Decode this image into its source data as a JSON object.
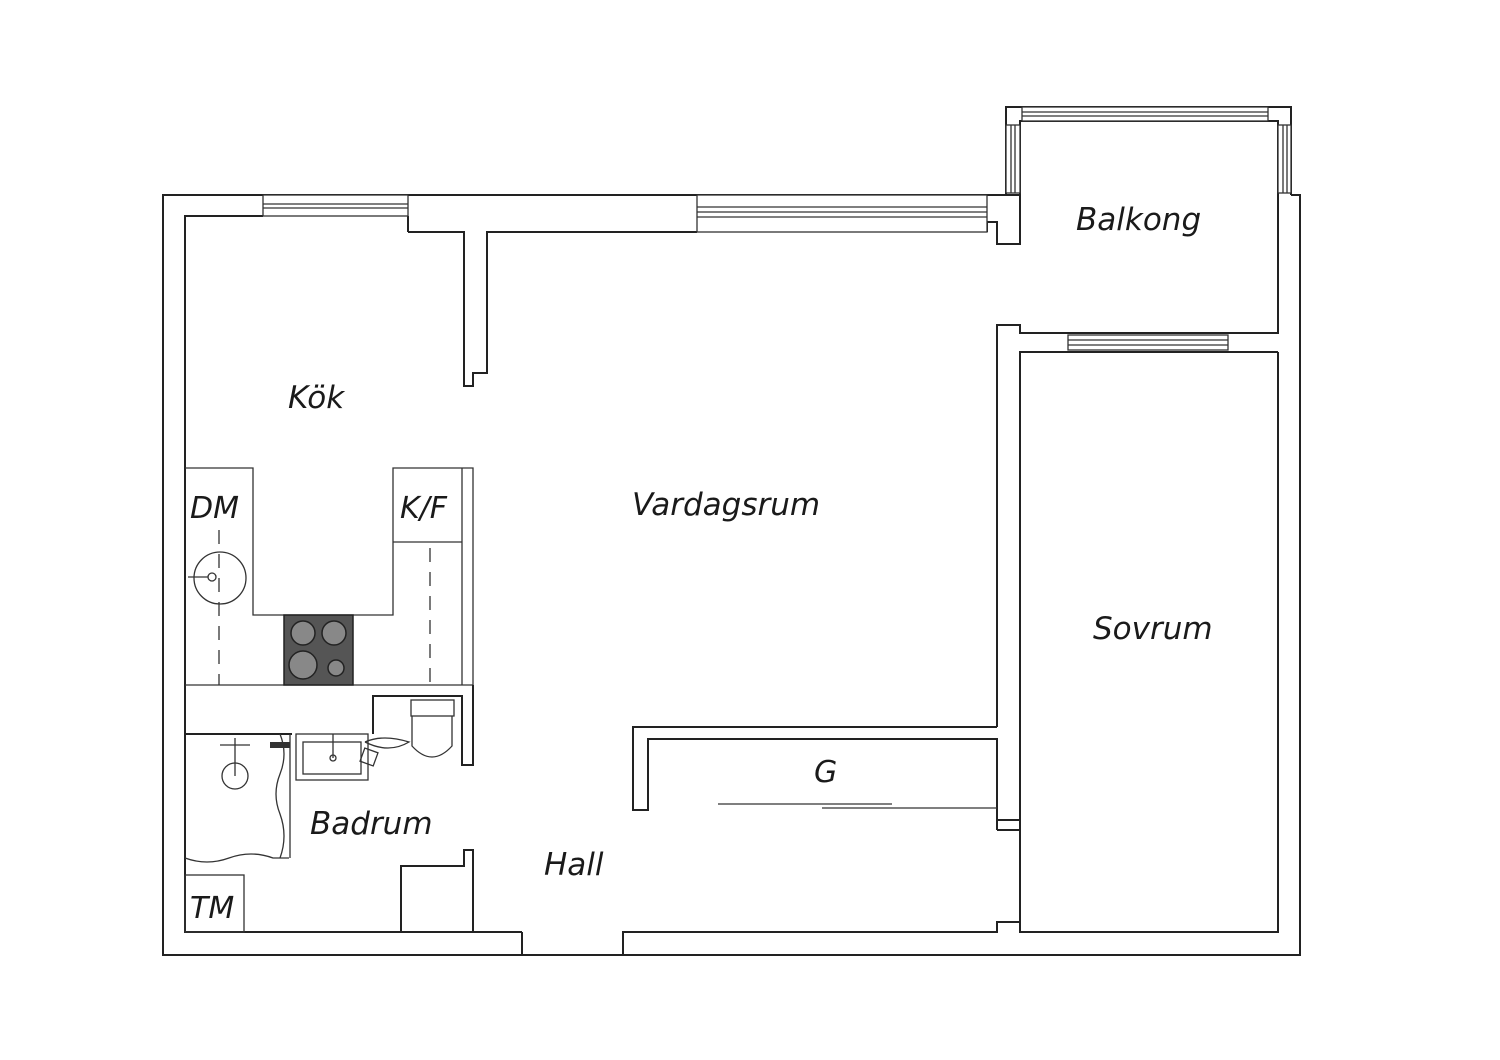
{
  "plan": {
    "rooms": {
      "kok": "Kök",
      "dm": "DM",
      "kf": "K/F",
      "vardagsrum": "Vardagsrum",
      "balkong": "Balkong",
      "sovrum": "Sovrum",
      "g": "G",
      "badrum": "Badrum",
      "hall": "Hall",
      "tm": "TM"
    },
    "colors": {
      "wall": "#222222",
      "stove": "#555555",
      "background": "#ffffff"
    }
  }
}
